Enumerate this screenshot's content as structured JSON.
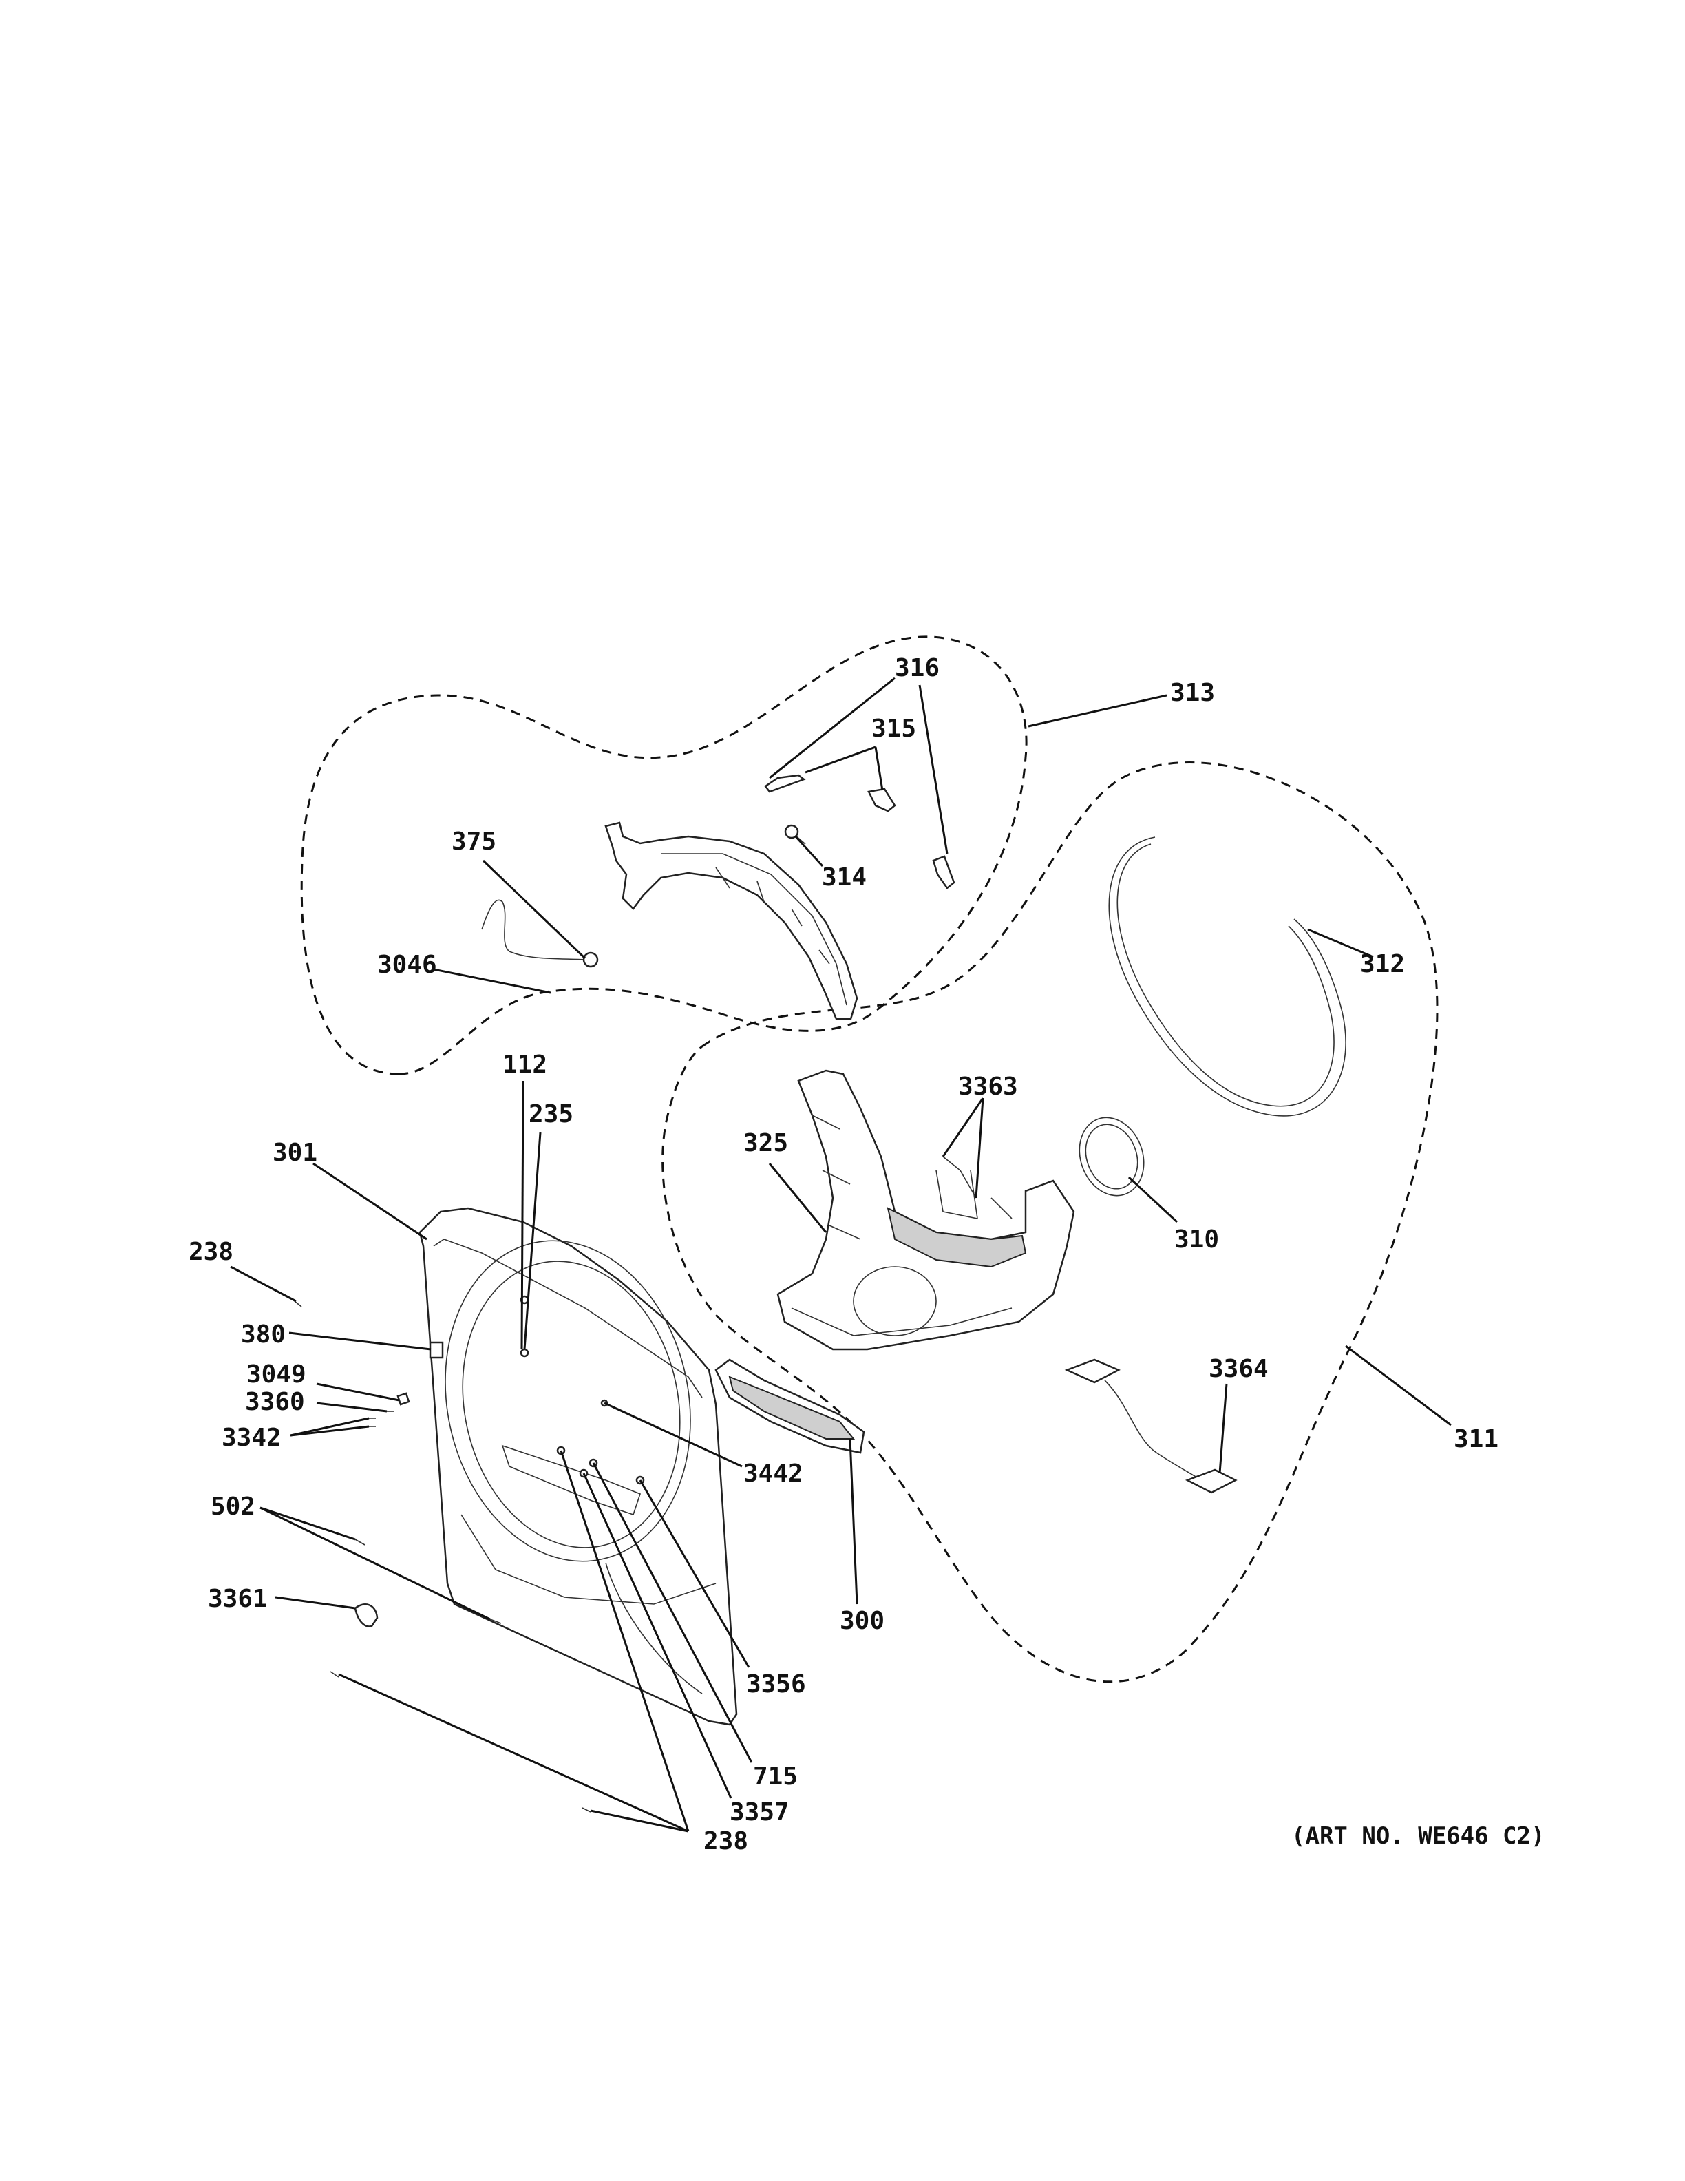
{
  "art_number": "(ART NO. WE646 C2)",
  "groups": {
    "upper_assembly": "313",
    "lower_assembly": "311"
  },
  "callouts": {
    "c316": "316",
    "c315": "315",
    "c313": "313",
    "c314": "314",
    "c375": "375",
    "c3046": "3046",
    "c312": "312",
    "c112": "112",
    "c235": "235",
    "c3363": "3363",
    "c325": "325",
    "c301": "301",
    "c310": "310",
    "c238_left": "238",
    "c380": "380",
    "c3049": "3049",
    "c3360": "3360",
    "c3342": "3342",
    "c3364": "3364",
    "c311": "311",
    "c3442": "3442",
    "c502": "502",
    "c3361": "3361",
    "c300": "300",
    "c3356": "3356",
    "c715": "715",
    "c3357": "3357",
    "c238_bottom": "238"
  }
}
